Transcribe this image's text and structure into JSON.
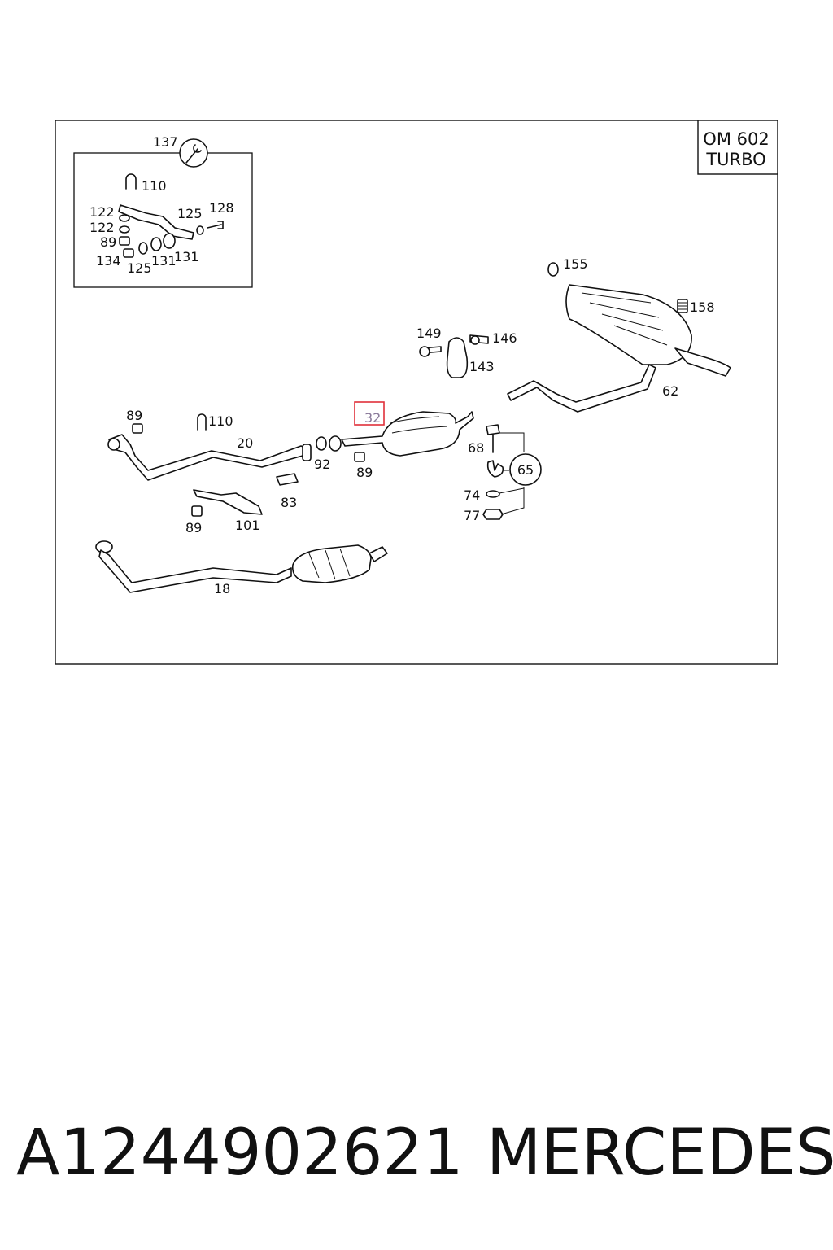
{
  "diagram": {
    "engine_label_line1": "OM 602",
    "engine_label_line2": "TURBO",
    "highlighted_part": "32",
    "inset_labels": [
      "137",
      "110",
      "122",
      "122",
      "125",
      "128",
      "89",
      "134",
      "125",
      "131",
      "131"
    ],
    "part_labels": [
      "155",
      "158",
      "149",
      "146",
      "143",
      "62",
      "89",
      "110",
      "20",
      "92",
      "89",
      "68",
      "65",
      "83",
      "74",
      "89",
      "101",
      "77",
      "18"
    ]
  },
  "footer": {
    "part_number": "A1244902621",
    "brand": "MERCEDES"
  },
  "colors": {
    "highlight_box": "#e0303a",
    "line": "#111111",
    "background": "#ffffff"
  }
}
